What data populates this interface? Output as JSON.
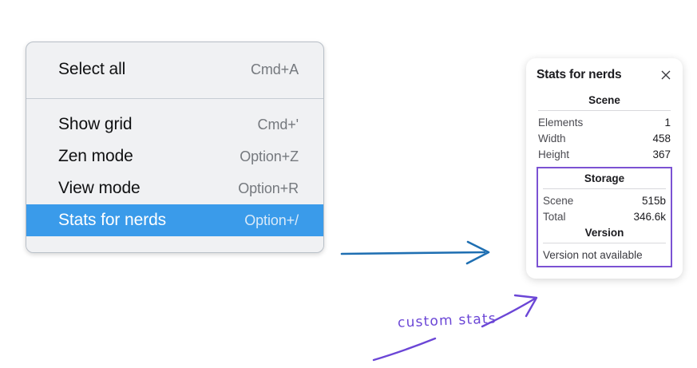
{
  "menu": {
    "groups": [
      {
        "items": [
          {
            "label": "Select all",
            "shortcut": "Cmd+A",
            "highlighted": false
          }
        ]
      },
      {
        "items": [
          {
            "label": "Show grid",
            "shortcut": "Cmd+'",
            "highlighted": false
          },
          {
            "label": "Zen mode",
            "shortcut": "Option+Z",
            "highlighted": false
          },
          {
            "label": "View mode",
            "shortcut": "Option+R",
            "highlighted": false
          },
          {
            "label": "Stats for nerds",
            "shortcut": "Option+/",
            "highlighted": true
          }
        ]
      }
    ],
    "highlight_color": "#3a9bea"
  },
  "stats_panel": {
    "title": "Stats for nerds",
    "close_icon": "close-icon",
    "sections": [
      {
        "name": "scene",
        "heading": "Scene",
        "custom": false,
        "rows": [
          {
            "key": "Elements",
            "value": "1"
          },
          {
            "key": "Width",
            "value": "458"
          },
          {
            "key": "Height",
            "value": "367"
          }
        ]
      },
      {
        "name": "storage",
        "heading": "Storage",
        "custom": true,
        "rows": [
          {
            "key": "Scene",
            "value": "515b"
          },
          {
            "key": "Total",
            "value": "346.6k"
          }
        ]
      },
      {
        "name": "version",
        "heading": "Version",
        "custom": true,
        "text": "Version not available"
      }
    ],
    "custom_border_color": "#7b52d3"
  },
  "annotations": {
    "flow_arrow_color": "#1f6fb2",
    "callout_color": "#6b46d6",
    "callout_text": "custom stats"
  }
}
